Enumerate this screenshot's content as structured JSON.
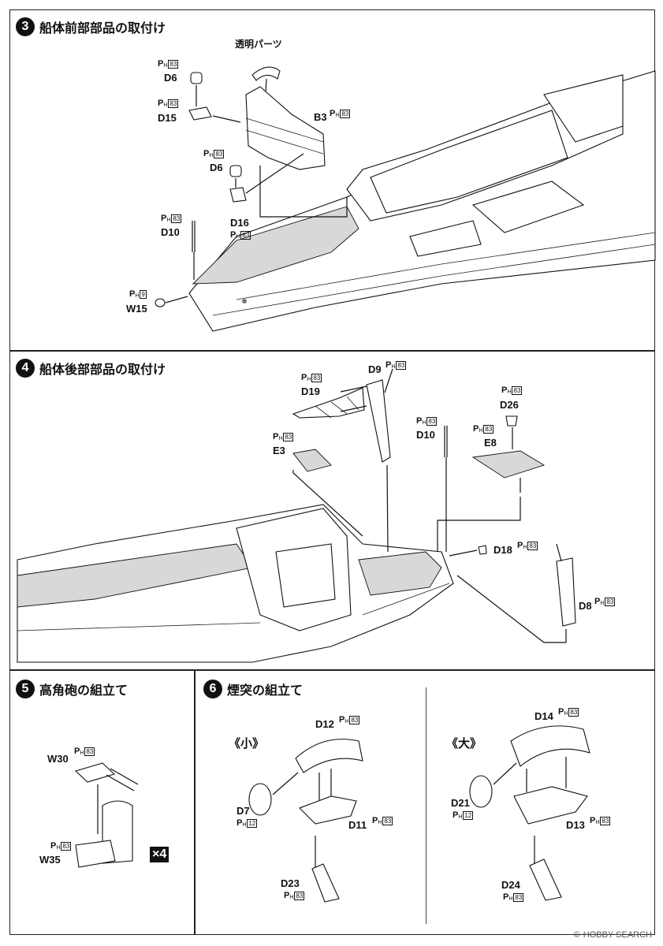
{
  "watermark": "HOBBY SEARCH",
  "steps": [
    {
      "number": "3",
      "title": "船体前部部品の取付け",
      "parts": [
        {
          "label": "透明パーツ",
          "runner": ""
        },
        {
          "label": "D6",
          "runner": "83"
        },
        {
          "label": "D15",
          "runner": "83"
        },
        {
          "label": "B3",
          "runner": "83"
        },
        {
          "label": "D6",
          "runner": "83"
        },
        {
          "label": "D16",
          "runner": "83"
        },
        {
          "label": "D10",
          "runner": "83"
        },
        {
          "label": "W15",
          "runner": "9"
        }
      ]
    },
    {
      "number": "4",
      "title": "船体後部部品の取付け",
      "parts": [
        {
          "label": "D19",
          "runner": "83"
        },
        {
          "label": "D9",
          "runner": "83"
        },
        {
          "label": "E3",
          "runner": "83"
        },
        {
          "label": "D10",
          "runner": "83"
        },
        {
          "label": "D26",
          "runner": "83"
        },
        {
          "label": "E8",
          "runner": "83"
        },
        {
          "label": "D18",
          "runner": "83"
        },
        {
          "label": "D8",
          "runner": "83"
        }
      ]
    },
    {
      "number": "5",
      "title": "高角砲の組立て",
      "multiplier": "×4",
      "parts": [
        {
          "label": "W30",
          "runner": "83"
        },
        {
          "label": "W35",
          "runner": "83"
        }
      ]
    },
    {
      "number": "6",
      "title": "煙突の組立て",
      "variants": [
        {
          "name": "《小》",
          "parts": [
            {
              "label": "D12",
              "runner": "83"
            },
            {
              "label": "D7",
              "runner": "12"
            },
            {
              "label": "D11",
              "runner": "83"
            },
            {
              "label": "D23",
              "runner": "83"
            }
          ]
        },
        {
          "name": "《大》",
          "parts": [
            {
              "label": "D14",
              "runner": "83"
            },
            {
              "label": "D21",
              "runner": "12"
            },
            {
              "label": "D13",
              "runner": "83"
            },
            {
              "label": "D24",
              "runner": "83"
            }
          ]
        }
      ]
    }
  ]
}
